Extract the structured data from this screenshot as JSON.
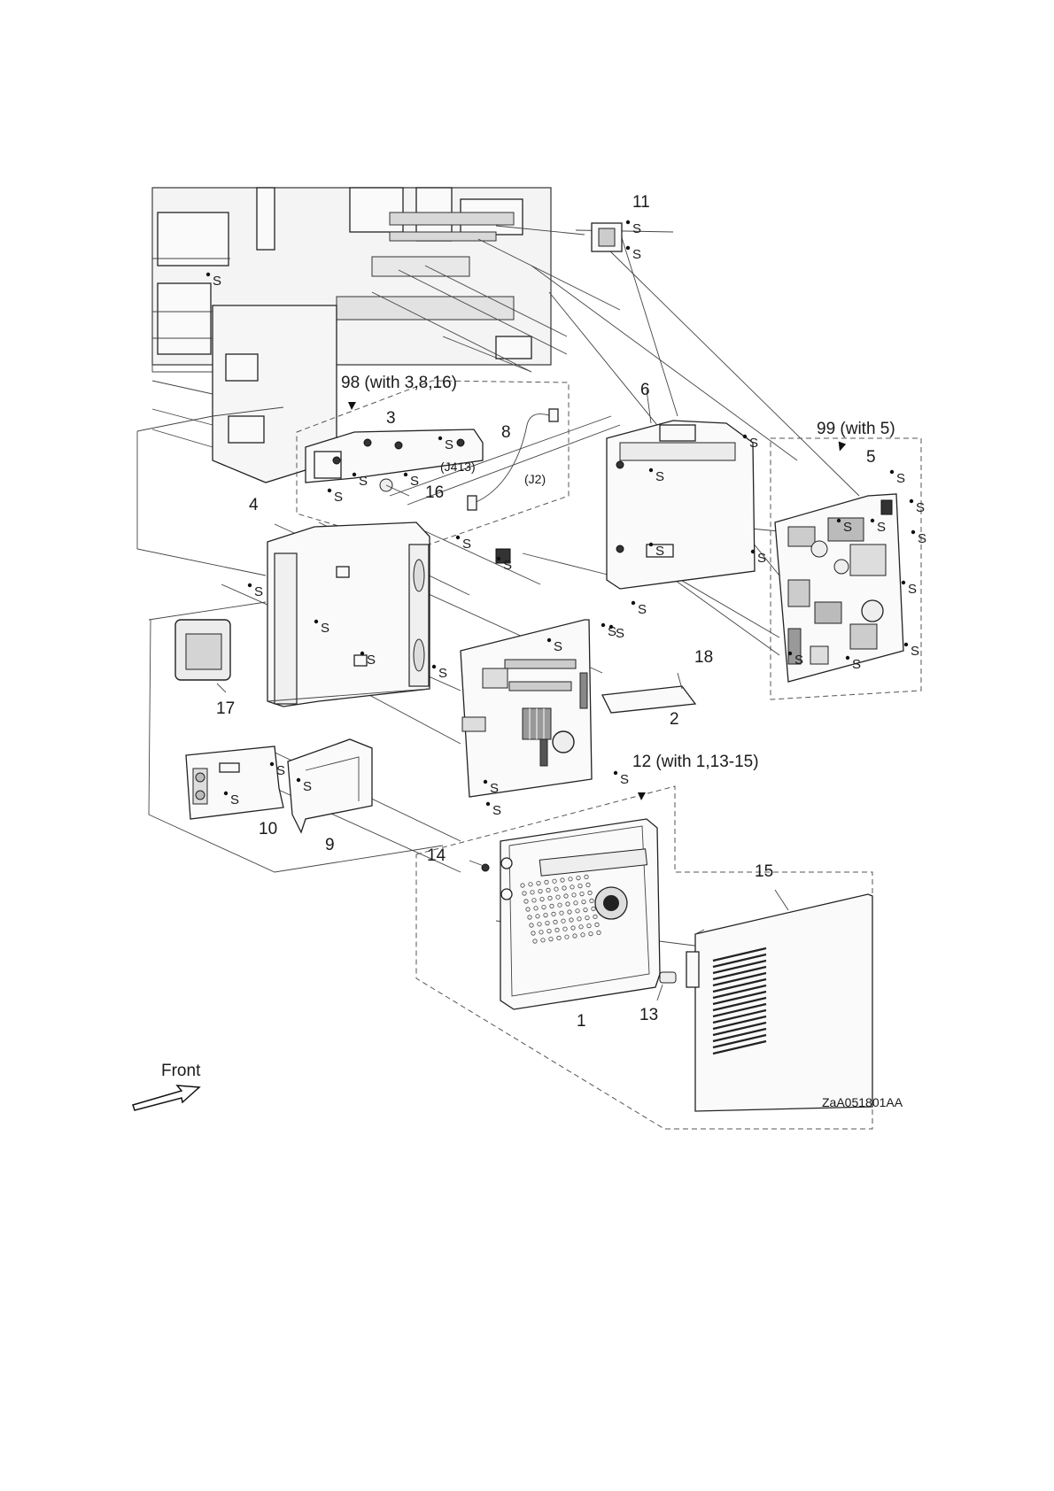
{
  "callouts": {
    "c1": "1",
    "c2": "2",
    "c3": "3",
    "c4": "4",
    "c5": "5",
    "c6": "6",
    "c8": "8",
    "c9": "9",
    "c10": "10",
    "c11": "11",
    "c13": "13",
    "c14": "14",
    "c15": "15",
    "c16": "16",
    "c17": "17",
    "c18": "18"
  },
  "groups": {
    "g98": "98 (with 3,8,16)",
    "g99": "99 (with 5)",
    "g12": "12 (with 1,13-15)"
  },
  "connectors": {
    "j413": "(J413)",
    "j2": "(J2)"
  },
  "screw_label": "S",
  "direction_label": "Front",
  "drawing_code": "ZaA051801AA"
}
